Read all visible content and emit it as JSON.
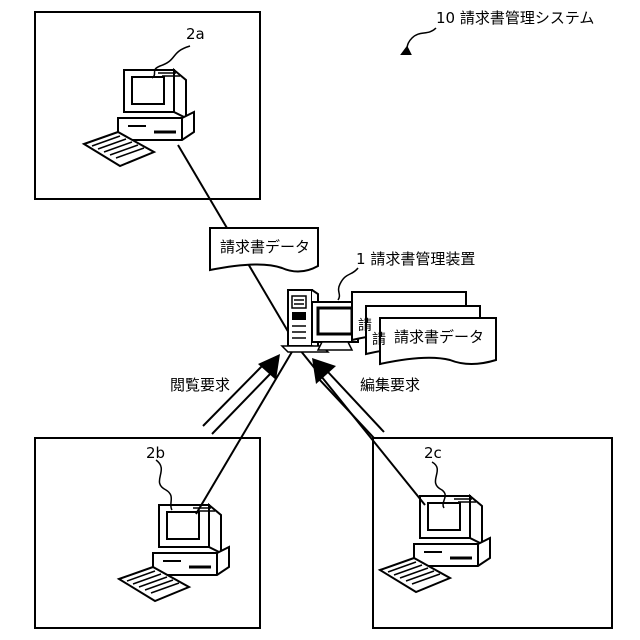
{
  "system": {
    "ref": "10",
    "name": "請求書管理システム"
  },
  "device": {
    "ref": "1",
    "name": "請求書管理装置"
  },
  "terminals": {
    "a": "2a",
    "b": "2b",
    "c": "2c"
  },
  "documents": {
    "near_a": "請求書データ",
    "front_stack": "請求書データ"
  },
  "requests": {
    "view": "閲覧要求",
    "edit": "編集要求"
  }
}
